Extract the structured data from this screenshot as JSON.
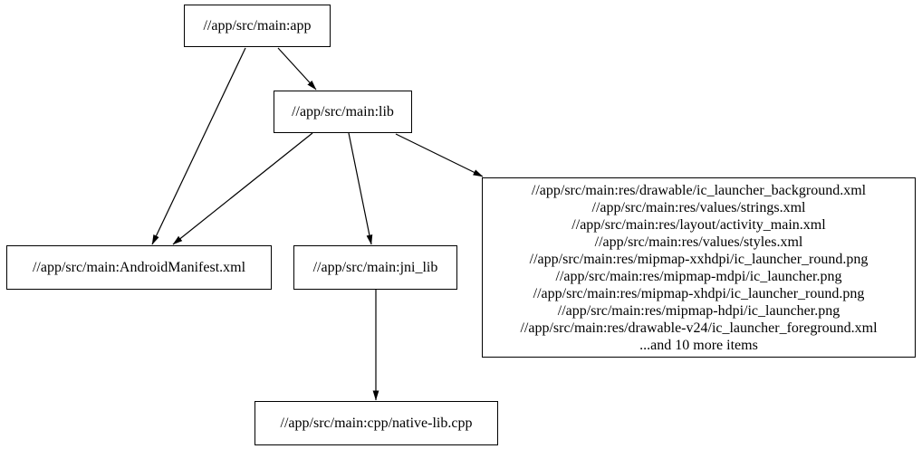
{
  "graph": {
    "background": "#ffffff",
    "node_fill": "#ffffff",
    "node_border_color": "#000000",
    "edge_color": "#000000",
    "nodes": {
      "app": {
        "label": "//app/src/main:app"
      },
      "lib": {
        "label": "//app/src/main:lib"
      },
      "manifest": {
        "label": "//app/src/main:AndroidManifest.xml"
      },
      "jni_lib": {
        "label": "//app/src/main:jni_lib"
      },
      "native_lib": {
        "label": "//app/src/main:cpp/native-lib.cpp"
      },
      "resources": {
        "lines": [
          "//app/src/main:res/drawable/ic_launcher_background.xml",
          "//app/src/main:res/values/strings.xml",
          "//app/src/main:res/layout/activity_main.xml",
          "//app/src/main:res/values/styles.xml",
          "//app/src/main:res/mipmap-xxhdpi/ic_launcher_round.png",
          "//app/src/main:res/mipmap-mdpi/ic_launcher.png",
          "//app/src/main:res/mipmap-xhdpi/ic_launcher_round.png",
          "//app/src/main:res/mipmap-hdpi/ic_launcher.png",
          "//app/src/main:res/drawable-v24/ic_launcher_foreground.xml",
          "...and 10 more items"
        ]
      }
    },
    "edges": [
      {
        "from": "app",
        "to": "lib"
      },
      {
        "from": "app",
        "to": "manifest"
      },
      {
        "from": "lib",
        "to": "manifest"
      },
      {
        "from": "lib",
        "to": "jni_lib"
      },
      {
        "from": "lib",
        "to": "resources"
      },
      {
        "from": "jni_lib",
        "to": "native_lib"
      }
    ]
  }
}
